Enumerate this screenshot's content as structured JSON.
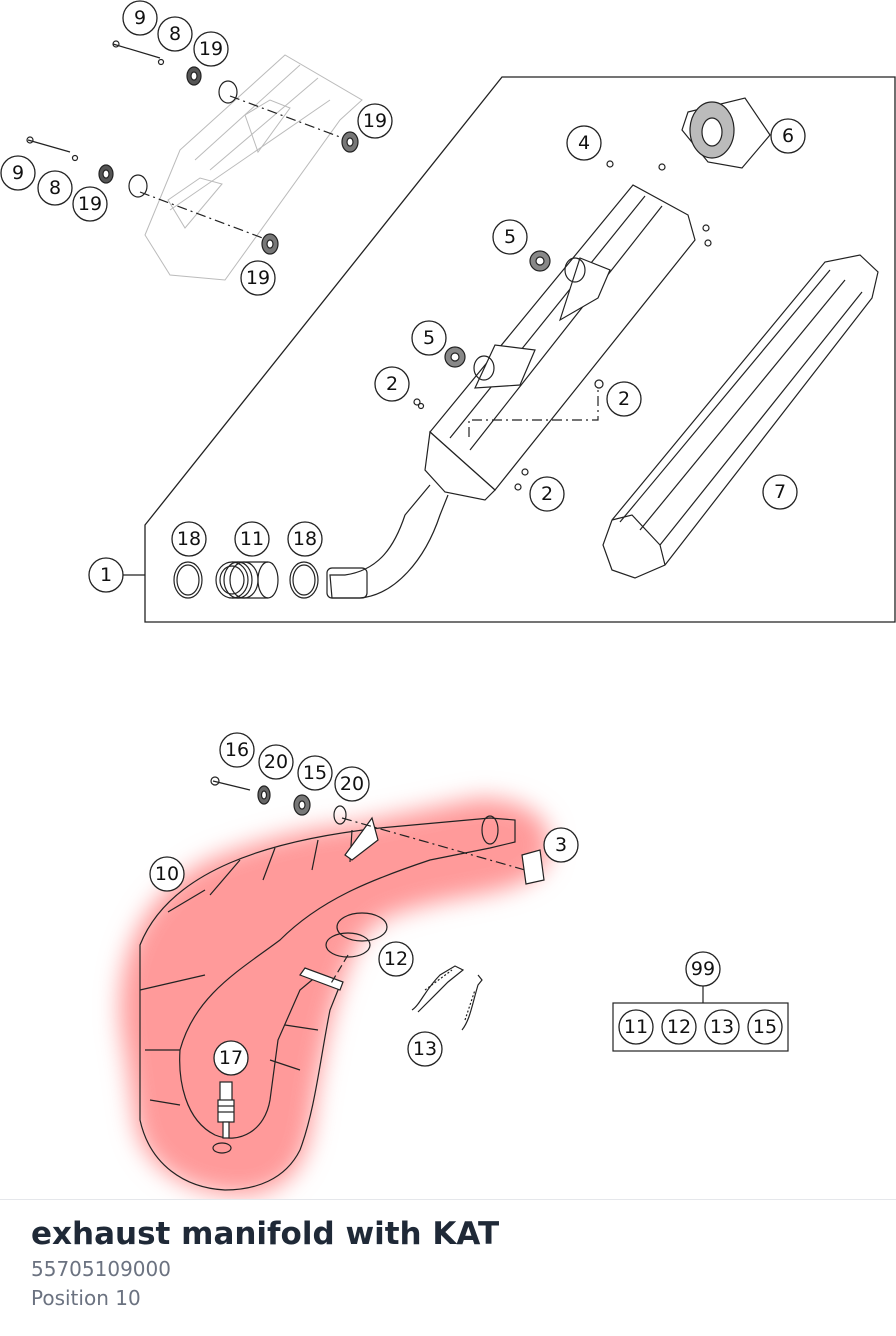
{
  "part": {
    "name": "exhaust manifold with KAT",
    "number": "55705109000",
    "position_label": "Position",
    "position_value": "10"
  },
  "highlight_color": "#ff9a9a",
  "callouts": {
    "c1": "1",
    "c2a": "2",
    "c2b": "2",
    "c2c": "2",
    "c3": "3",
    "c4": "4",
    "c5a": "5",
    "c5b": "5",
    "c6": "6",
    "c7": "7",
    "c8a": "8",
    "c8b": "8",
    "c9a": "9",
    "c9b": "9",
    "c10": "10",
    "c11": "11",
    "c12": "12",
    "c13": "13",
    "c15": "15",
    "c16": "16",
    "c17": "17",
    "c18a": "18",
    "c18b": "18",
    "c19a": "19",
    "c19b": "19",
    "c19c": "19",
    "c19d": "19",
    "c20a": "20",
    "c20b": "20",
    "c99": "99"
  },
  "kit_99": [
    "11",
    "12",
    "13",
    "15"
  ]
}
